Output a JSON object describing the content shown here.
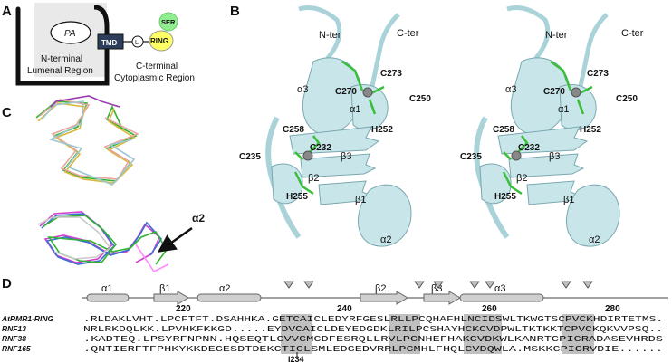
{
  "panels": {
    "A": "A",
    "B": "B",
    "C": "C",
    "D": "D"
  },
  "panelA": {
    "pa": "PA",
    "tmd": "TMD",
    "linker": "L",
    "ring": "RING",
    "ser": "SER",
    "lumen_line1": "N-terminal",
    "lumen_line2": "Lumenal Region",
    "cyto_line1": "C-terminal",
    "cyto_line2": "Cytoplasmic Region"
  },
  "panelB": {
    "nter": "N-ter",
    "cter": "C-ter",
    "residue_labels": [
      "C273",
      "C270",
      "C250",
      "H252",
      "C258",
      "C232",
      "C235",
      "H255"
    ],
    "ss_labels": [
      "α3",
      "α1",
      "β3",
      "β2",
      "β1",
      "α2"
    ]
  },
  "panelC": {
    "label": "α2"
  },
  "panelD": {
    "ss_labels": [
      "α1",
      "β1",
      "α2",
      "β2",
      "β3",
      "α3"
    ],
    "numbers": [
      "220",
      "240",
      "260",
      "280"
    ],
    "names": [
      "AtRMR1-RING",
      "RNF13",
      "RNF38",
      "RNF165"
    ],
    "seqs": [
      ".RLDAKLVHT.LPCFTFT.DSAHHKA.GETCAICLEDYRFGESLRLLPCQHAFHLNCIDSWLTKWGTSCPVCKHDIRTETMS.",
      "NRLRKDQLKK.LPVHKFKKGD.....EYDVCAICLDEYEDGDKLRILPCSHAYHCKCVDPWLTKTKKTCPVCKQKVVPSQ..",
      ".KADTEQ.LPSYRFNPNN.HQSEQTLCVVCMCDFESRQLLRVLPCNHEFHAKCVDKWLKANRTCPICRADASEVHRDS",
      ".QNTIERFTFPHKYKKDEGESDTDEKCTICLSMLEDGEDVRRLPCMHLFHQLCVDQWLA.MSKKCPICRVDIE......"
    ],
    "arrow_label": "I234"
  }
}
